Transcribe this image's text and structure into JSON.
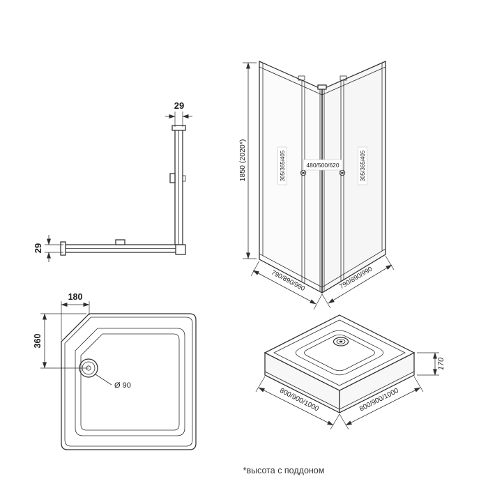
{
  "colors": {
    "line": "#2e2e2e",
    "background": "#ffffff",
    "text": "#1c1c1c"
  },
  "corner_detail": {
    "width_top": "29",
    "width_side": "29"
  },
  "enclosure": {
    "height": "1850 (2020*)",
    "left_panel": "305/365/405",
    "door": "480/500/620",
    "right_panel": "305/365/405",
    "base_left": "790/890/990",
    "base_right": "790/890/990"
  },
  "tray_top": {
    "offset_x": "180",
    "offset_y": "360",
    "drain": "Ø 90"
  },
  "tray_iso": {
    "height": "170",
    "side_left": "800/900/1000",
    "side_right": "800/900/1000"
  },
  "footnote": "*высота с поддоном"
}
